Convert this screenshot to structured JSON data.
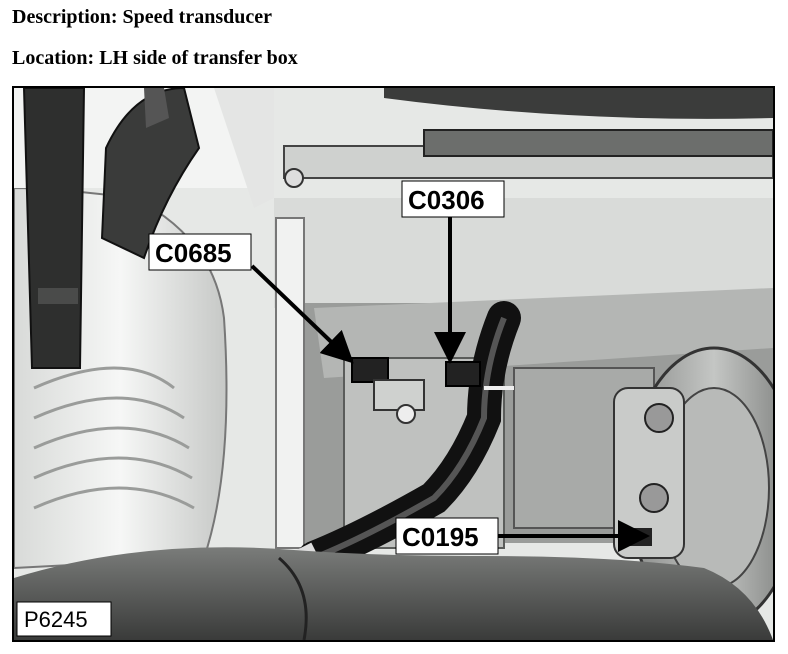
{
  "header": {
    "description": "Description: Speed transducer",
    "location": "Location: LH side of transfer box"
  },
  "figure": {
    "figure_id": "P6245",
    "callouts": [
      "C0306",
      "C0685",
      "C0195"
    ]
  }
}
